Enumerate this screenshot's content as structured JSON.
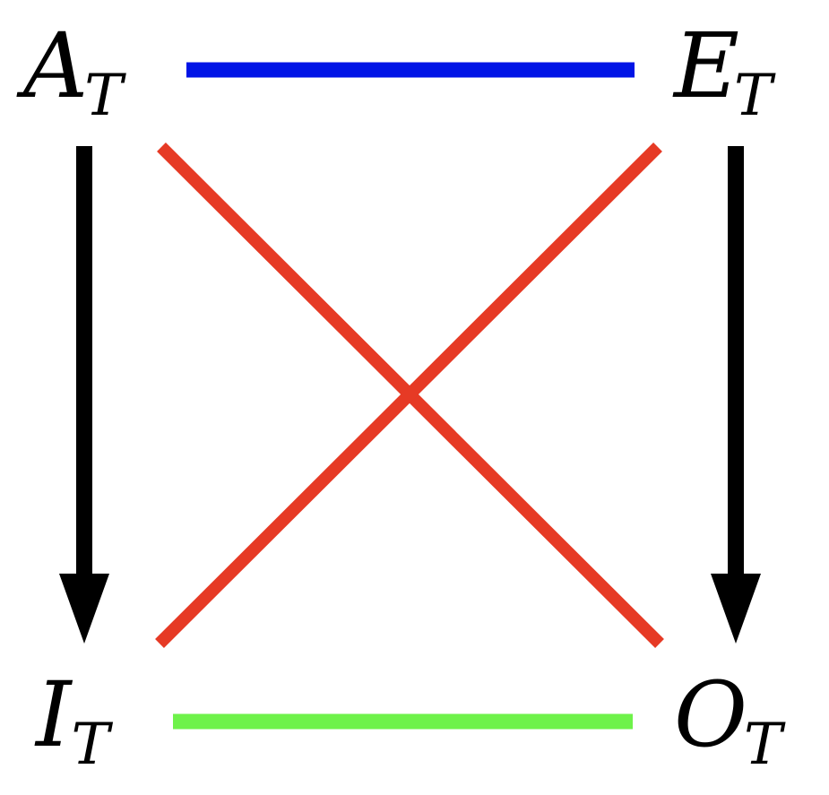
{
  "nodes": {
    "top_left": {
      "letter": "A",
      "subscript": "T"
    },
    "top_right": {
      "letter": "E",
      "subscript": "T"
    },
    "bottom_left": {
      "letter": "I",
      "subscript": "T"
    },
    "bottom_right": {
      "letter": "O",
      "subscript": "T"
    }
  },
  "edges": {
    "top": {
      "from": "A",
      "to": "E",
      "kind": "line",
      "color": "#0014e6"
    },
    "bottom": {
      "from": "I",
      "to": "O",
      "kind": "line",
      "color": "#6ef24a"
    },
    "left": {
      "from": "A",
      "to": "I",
      "kind": "arrow",
      "color": "#000000"
    },
    "right": {
      "from": "E",
      "to": "O",
      "kind": "arrow",
      "color": "#000000"
    },
    "diag_a_o": {
      "from": "A",
      "to": "O",
      "kind": "line",
      "color": "#e63a25"
    },
    "diag_e_i": {
      "from": "E",
      "to": "I",
      "kind": "line",
      "color": "#e63a25"
    }
  }
}
